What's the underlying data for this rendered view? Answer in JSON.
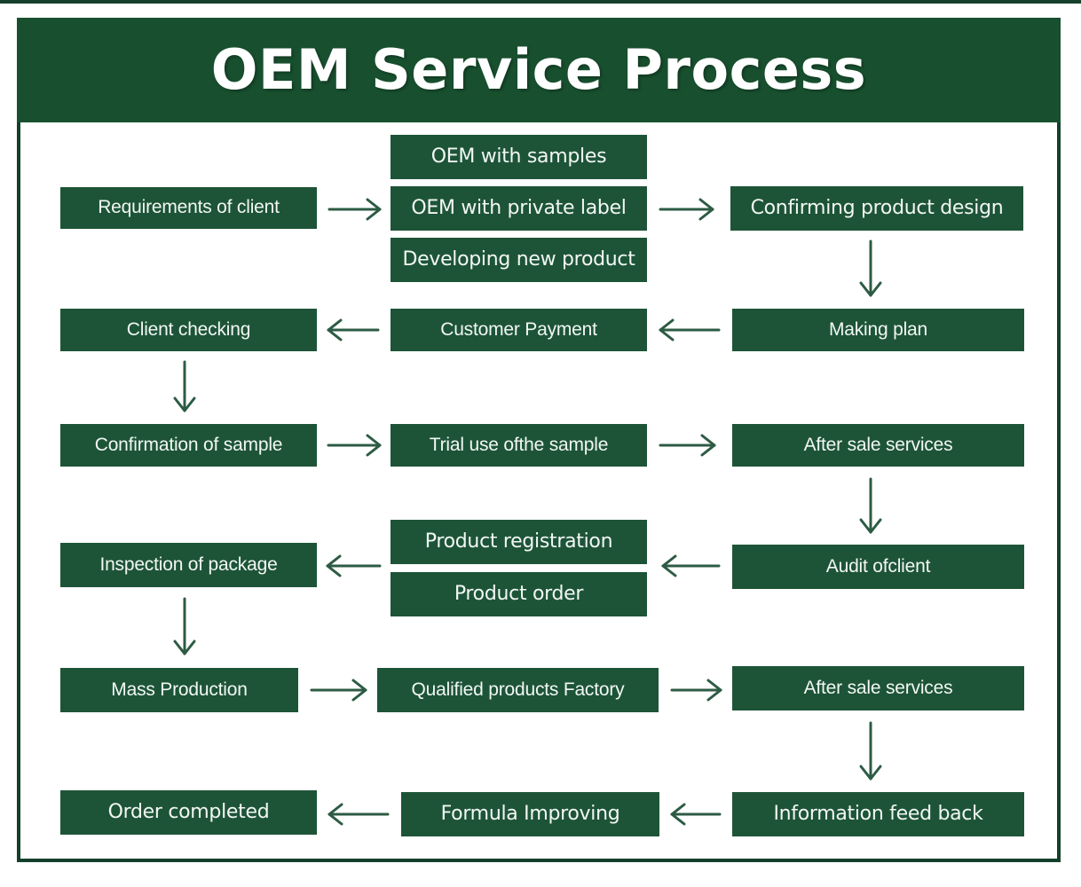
{
  "header": {
    "title": "OEM Service Process",
    "band_color": "#18502f",
    "title_color": "#ffffff"
  },
  "theme": {
    "box_fill": "#1d5437",
    "box_text": "#f2f7f3",
    "frame_color": "#14402b",
    "arrow_color": "#2d5b44",
    "page_background": "#ffffff"
  },
  "flow": {
    "rows": [
      {
        "row_id": "row-1",
        "direction": "left-to-right",
        "nodes": [
          {
            "id": "requirements-of-client",
            "label": "Requirements of client",
            "column": "left",
            "font": "condensed"
          },
          {
            "id": "oem-with-samples",
            "label": "OEM with samples",
            "column": "middle",
            "stack_index": 0,
            "font": "round"
          },
          {
            "id": "oem-with-private-label",
            "label": "OEM with private label",
            "column": "middle",
            "stack_index": 1,
            "font": "round"
          },
          {
            "id": "developing-new-product",
            "label": "Developing new product",
            "column": "middle",
            "stack_index": 2,
            "font": "round"
          },
          {
            "id": "confirming-product-design",
            "label": "Confirming product design",
            "column": "right",
            "font": "round"
          }
        ]
      },
      {
        "row_id": "row-2",
        "direction": "right-to-left",
        "nodes": [
          {
            "id": "client-checking",
            "label": "Client checking",
            "column": "left",
            "font": "condensed"
          },
          {
            "id": "customer-payment",
            "label": "Customer Payment",
            "column": "middle",
            "font": "condensed"
          },
          {
            "id": "making-plan",
            "label": "Making plan",
            "column": "right",
            "font": "condensed"
          }
        ]
      },
      {
        "row_id": "row-3",
        "direction": "left-to-right",
        "nodes": [
          {
            "id": "confirmation-of-sample",
            "label": "Confirmation of sample",
            "column": "left",
            "font": "condensed"
          },
          {
            "id": "trial-use-ofthe-sample",
            "label": "Trial use ofthe sample",
            "column": "middle",
            "font": "condensed"
          },
          {
            "id": "after-sale-services-1",
            "label": "After sale services",
            "column": "right",
            "font": "condensed"
          }
        ]
      },
      {
        "row_id": "row-4",
        "direction": "right-to-left",
        "nodes": [
          {
            "id": "inspection-of-package",
            "label": "Inspection of package",
            "column": "left",
            "font": "condensed"
          },
          {
            "id": "product-registration",
            "label": "Product registration",
            "column": "middle",
            "stack_index": 0,
            "font": "round"
          },
          {
            "id": "product-order",
            "label": "Product order",
            "column": "middle",
            "stack_index": 1,
            "font": "round"
          },
          {
            "id": "audit-ofclient",
            "label": "Audit ofclient",
            "column": "right",
            "font": "condensed"
          }
        ]
      },
      {
        "row_id": "row-5",
        "direction": "left-to-right",
        "nodes": [
          {
            "id": "mass-production",
            "label": "Mass Production",
            "column": "left",
            "font": "condensed"
          },
          {
            "id": "qualified-products-factory",
            "label": "Qualified products Factory",
            "column": "middle",
            "font": "condensed"
          },
          {
            "id": "after-sale-services-2",
            "label": "After sale services",
            "column": "right",
            "font": "condensed"
          }
        ]
      },
      {
        "row_id": "row-6",
        "direction": "right-to-left",
        "nodes": [
          {
            "id": "order-completed",
            "label": "Order completed",
            "column": "left",
            "font": "round"
          },
          {
            "id": "formula-improving",
            "label": "Formula Improving",
            "column": "middle",
            "font": "round"
          },
          {
            "id": "information-feed-back",
            "label": "Information feed back",
            "column": "right",
            "font": "round"
          }
        ]
      }
    ],
    "connectors": [
      {
        "id": "conn-req-to-oem",
        "type": "arrow-right",
        "from": "requirements-of-client",
        "to": "oem-with-private-label"
      },
      {
        "id": "conn-oem-to-confirm",
        "type": "arrow-right",
        "from": "oem-with-private-label",
        "to": "confirming-product-design"
      },
      {
        "id": "conn-confirm-to-plan",
        "type": "arrow-down",
        "from": "confirming-product-design",
        "to": "making-plan"
      },
      {
        "id": "conn-plan-to-payment",
        "type": "arrow-left",
        "from": "making-plan",
        "to": "customer-payment"
      },
      {
        "id": "conn-payment-to-checking",
        "type": "arrow-left",
        "from": "customer-payment",
        "to": "client-checking"
      },
      {
        "id": "conn-checking-to-confirmation",
        "type": "arrow-down",
        "from": "client-checking",
        "to": "confirmation-of-sample"
      },
      {
        "id": "conn-confirmation-to-trial",
        "type": "arrow-right",
        "from": "confirmation-of-sample",
        "to": "trial-use-ofthe-sample"
      },
      {
        "id": "conn-trial-to-aftersale",
        "type": "arrow-right",
        "from": "trial-use-ofthe-sample",
        "to": "after-sale-services-1"
      },
      {
        "id": "conn-aftersale-to-audit",
        "type": "arrow-down",
        "from": "after-sale-services-1",
        "to": "audit-ofclient"
      },
      {
        "id": "conn-audit-to-registration",
        "type": "arrow-left",
        "from": "audit-ofclient",
        "to": "product-registration"
      },
      {
        "id": "conn-registration-to-inspection",
        "type": "arrow-left",
        "from": "product-registration",
        "to": "inspection-of-package"
      },
      {
        "id": "conn-inspection-to-mass",
        "type": "arrow-down",
        "from": "inspection-of-package",
        "to": "mass-production"
      },
      {
        "id": "conn-mass-to-qualified",
        "type": "arrow-right",
        "from": "mass-production",
        "to": "qualified-products-factory"
      },
      {
        "id": "conn-qualified-to-aftersale2",
        "type": "arrow-right",
        "from": "qualified-products-factory",
        "to": "after-sale-services-2"
      },
      {
        "id": "conn-aftersale2-to-feedback",
        "type": "arrow-down",
        "from": "after-sale-services-2",
        "to": "information-feed-back"
      },
      {
        "id": "conn-feedback-to-formula",
        "type": "arrow-left",
        "from": "information-feed-back",
        "to": "formula-improving"
      },
      {
        "id": "conn-formula-to-order",
        "type": "arrow-left",
        "from": "formula-improving",
        "to": "order-completed"
      }
    ]
  }
}
